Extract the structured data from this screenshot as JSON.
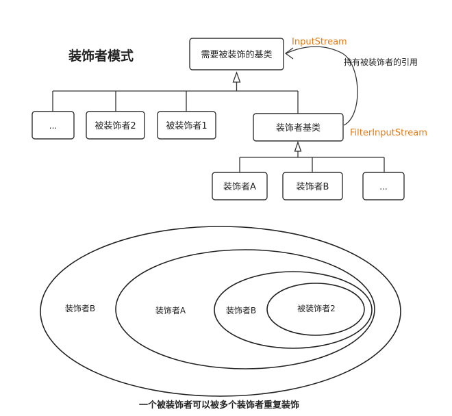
{
  "title": "装饰者模式",
  "nodes": {
    "base": "需要被装饰的基类",
    "dots_left": "...",
    "decorated2": "被装饰者2",
    "decorated1": "被装饰者1",
    "decorator_base": "装饰者基类",
    "decoratorA": "装饰者A",
    "decoratorB": "装饰者B",
    "dots_right": "..."
  },
  "annotations": {
    "input_stream": "InputStream",
    "filter_input_stream": "FilterInputStream",
    "reference": "持有被装饰者的引用"
  },
  "nested": {
    "outer": "装饰者B",
    "middle": "装饰者A",
    "inner": "装饰者B",
    "core": "被装饰者2"
  },
  "caption": "一个被装饰者可以被多个装饰者重复装饰",
  "colors": {
    "annotation": "#e07b14",
    "stroke": "#333333"
  }
}
